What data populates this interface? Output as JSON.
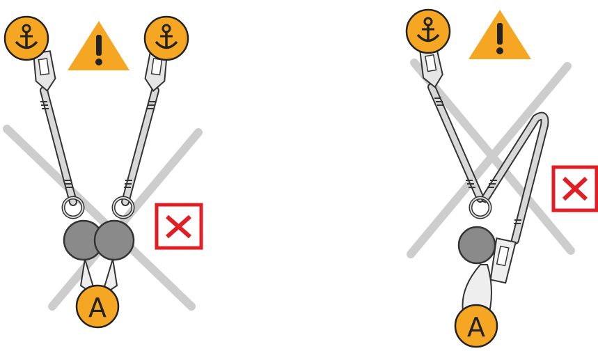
{
  "scenes": [
    {
      "name": "two-shock-absorbers",
      "anchor_icon": "anchor-icon",
      "warning_icon": "warning-triangle-icon",
      "prohibited_icon": "red-x-box-icon",
      "attachment_label": "A"
    },
    {
      "name": "single-absorber-wrong-clip",
      "anchor_icon": "anchor-icon",
      "warning_icon": "warning-triangle-icon",
      "prohibited_icon": "red-x-box-icon",
      "attachment_label": "A"
    }
  ],
  "colors": {
    "accent": "#F5A623",
    "prohibit": "#E01E25",
    "strap": "#D8D8D8",
    "metal": "#8A8A8A",
    "cross": "#BDBDBD"
  }
}
